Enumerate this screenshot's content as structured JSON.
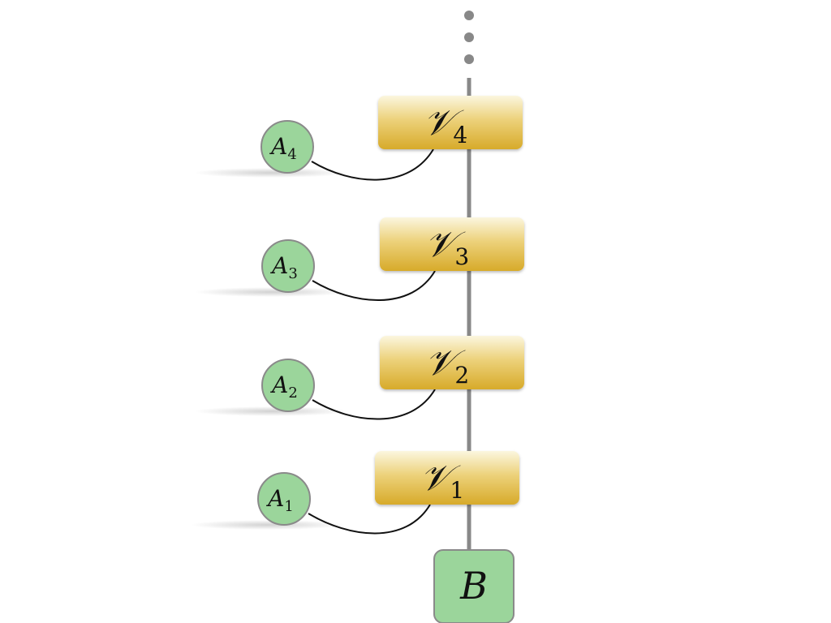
{
  "diagram": {
    "ellipsis": "⋮",
    "bottom_node": {
      "label": "B",
      "fill": "#9bd59b",
      "stroke": "#8a8a8a"
    },
    "box_style": {
      "gradient_top": "#fbf6df",
      "gradient_bottom": "#d7aa2a"
    },
    "circle_style": {
      "fill": "#9bd59b",
      "stroke": "#8a8a8a"
    },
    "spine_color": "#888888",
    "stages": [
      {
        "box_label_symbol": "𝒱",
        "box_label_sub": "1",
        "node_label": "A",
        "node_sub": "1"
      },
      {
        "box_label_symbol": "𝒱",
        "box_label_sub": "2",
        "node_label": "A",
        "node_sub": "2"
      },
      {
        "box_label_symbol": "𝒱",
        "box_label_sub": "3",
        "node_label": "A",
        "node_sub": "3"
      },
      {
        "box_label_symbol": "𝒱",
        "box_label_sub": "4",
        "node_label": "A",
        "node_sub": "4"
      }
    ]
  }
}
